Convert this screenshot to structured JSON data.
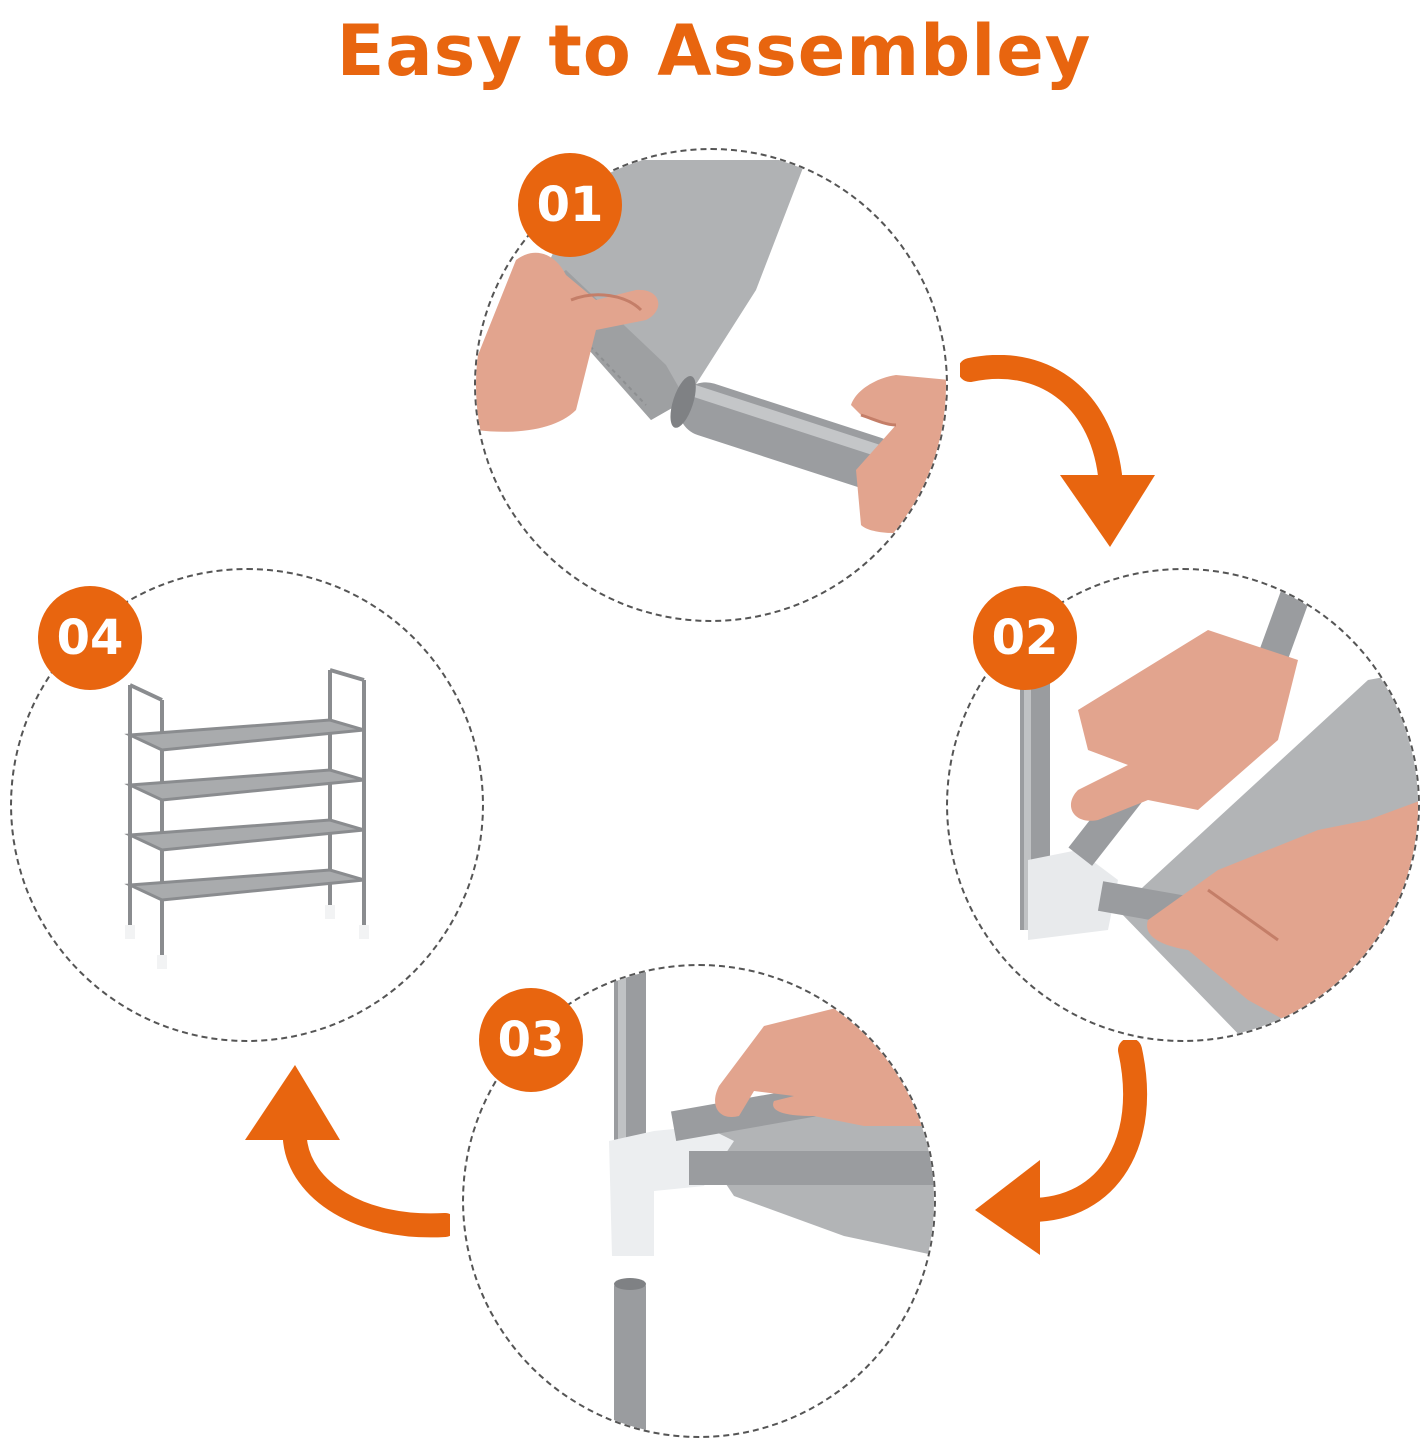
{
  "title": "Easy to Assembley",
  "colors": {
    "accent": "#e8650f",
    "dash": "#555555",
    "fabric": "#a9abad",
    "tube": "#9a9c9f",
    "skin": "#e4a891"
  },
  "steps": [
    {
      "number": "01",
      "icon": "fabric-sleeve-insert-photo"
    },
    {
      "number": "02",
      "icon": "corner-joint-photo"
    },
    {
      "number": "03",
      "icon": "connector-attach-photo"
    },
    {
      "number": "04",
      "icon": "finished-shoe-rack-photo"
    }
  ],
  "arrows": [
    "arrow-01-to-02",
    "arrow-02-to-03",
    "arrow-03-to-04"
  ]
}
